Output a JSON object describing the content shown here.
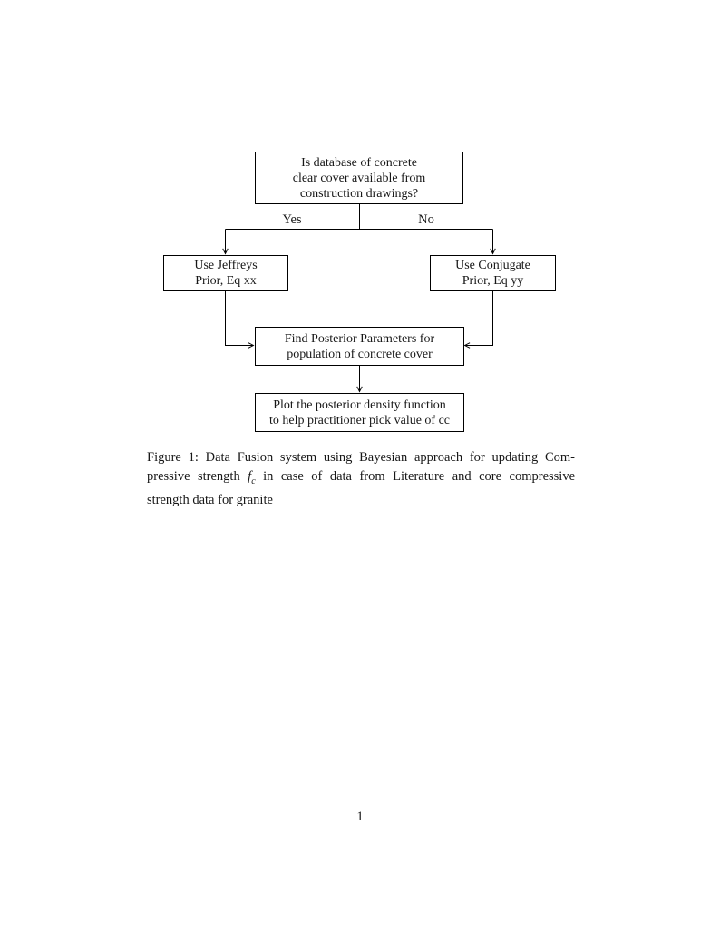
{
  "document": {
    "page_number": "1"
  },
  "figure": {
    "nodes": {
      "decision": {
        "lines": [
          "Is database of concrete",
          "clear cover available from",
          "construction drawings?"
        ]
      },
      "jeffreys": {
        "lines": [
          "Use Jeffreys",
          "Prior, Eq xx"
        ]
      },
      "conjugate": {
        "lines": [
          "Use Conjugate",
          "Prior, Eq yy"
        ]
      },
      "posterior": {
        "lines": [
          "Find Posterior Parameters for",
          "population of concrete cover"
        ]
      },
      "plot": {
        "lines": [
          "Plot the posterior density function",
          "to help practitioner pick value of cc"
        ]
      }
    },
    "edge_labels": {
      "yes": "Yes",
      "no": "No"
    },
    "caption": {
      "line1": "Figure 1: Data Fusion system using Bayesian approach for updating Com-",
      "line2_pre": "pressive strength",
      "math_base": "f",
      "math_sub": "c",
      "line2_post": "in case of data from Literature and core compressive",
      "line3": "strength data for granite"
    }
  },
  "colors": {
    "ink": "#000000",
    "background": "#ffffff"
  }
}
